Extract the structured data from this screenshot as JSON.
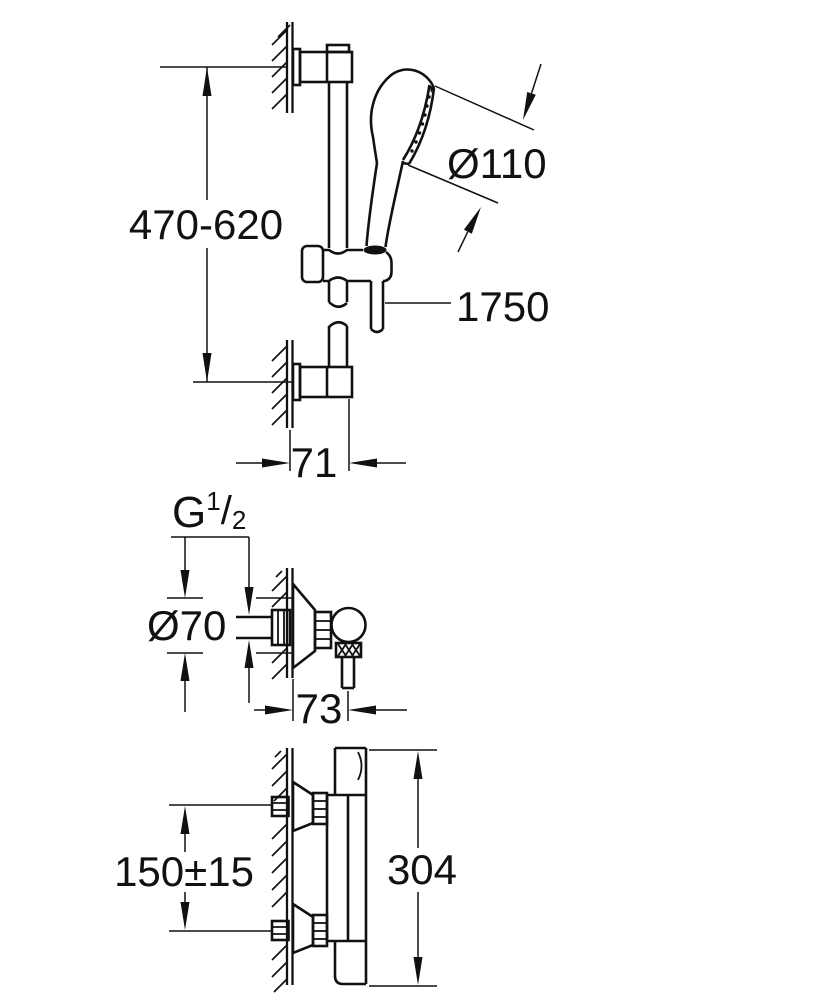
{
  "meta": {
    "background_color": "#ffffff",
    "line_color": "#111111",
    "drawing_type": "shower set dimensional drawing"
  },
  "labels": {
    "rail_height": "470-620",
    "head_diameter": "Ø110",
    "hose_length": "1750",
    "rail_wall_offset": "71",
    "thread": {
      "base": "G",
      "numerator": "1",
      "slash": "/",
      "denominator": "2"
    },
    "escutcheon_diameter": "Ø70",
    "union_wall_offset": "73",
    "inlet_spacing": "150±15",
    "mixer_height": "304"
  }
}
